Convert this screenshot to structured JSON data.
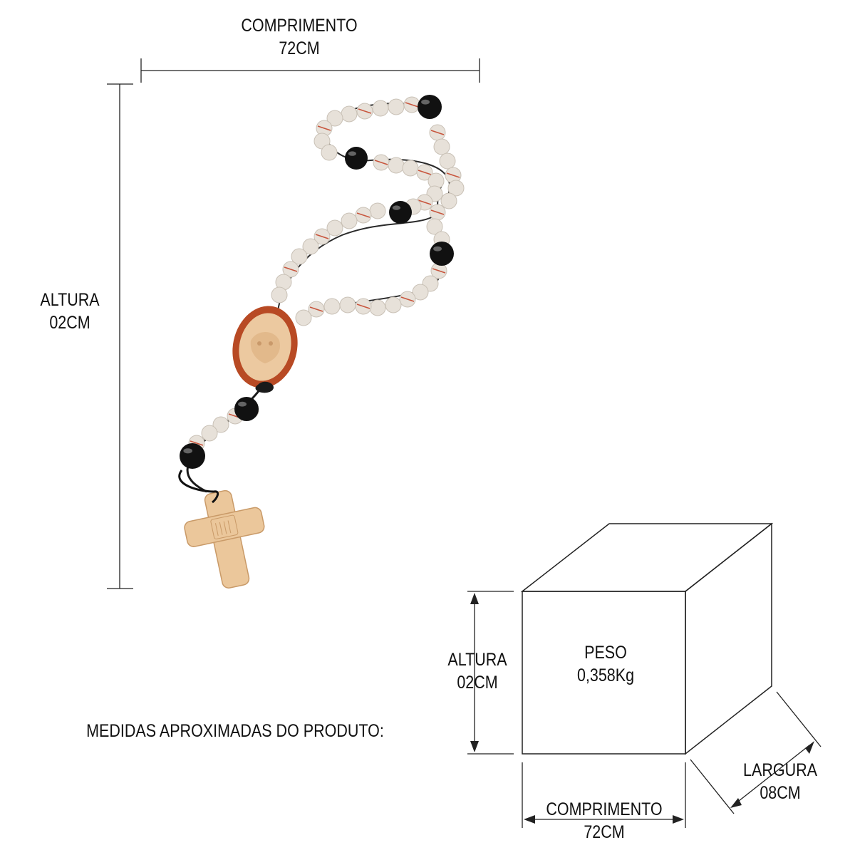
{
  "top_dimension": {
    "label": "COMPRIMENTO",
    "value": "72CM"
  },
  "left_dimension": {
    "label": "ALTURA",
    "value": "02CM"
  },
  "heading": "MEDIDAS APROXIMADAS DO PRODUTO:",
  "box": {
    "weight_label": "PESO",
    "weight_value": "0,358Kg",
    "height_label": "ALTURA",
    "height_value": "02CM",
    "length_label": "COMPRIMENTO",
    "length_value": "72CM",
    "width_label": "LARGURA",
    "width_value": "08CM"
  },
  "colors": {
    "line": "#222222",
    "bead_light": "#e7e1d9",
    "bead_stripe": "#c8553d",
    "bead_dark": "#111111",
    "medal_rim": "#b84a24",
    "medal_face": "#ecc9a0",
    "cross": "#ebc79b"
  }
}
